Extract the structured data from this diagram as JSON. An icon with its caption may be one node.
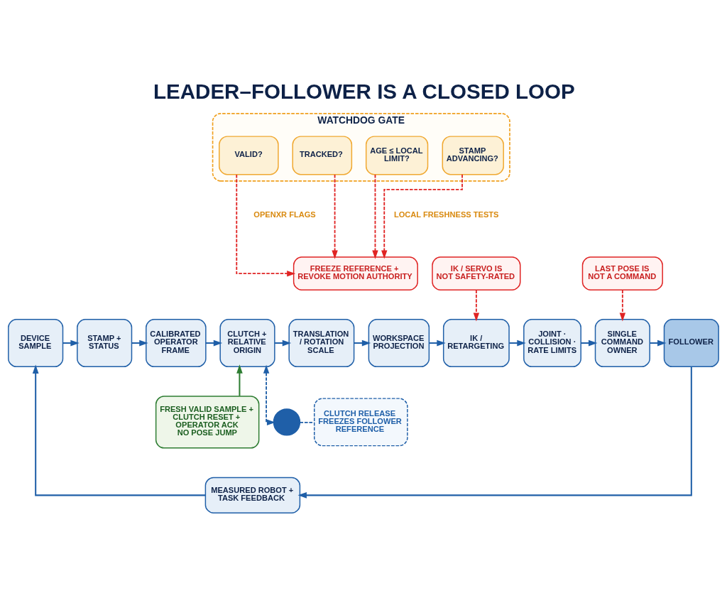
{
  "diagram": {
    "title": "LEADER–FOLLOWER IS A CLOSED LOOP",
    "nodes": [
      {
        "text": [
          "WATCHDOG GATE"
        ]
      },
      {
        "text": [
          "VALID?"
        ],
        "in": 0
      },
      {
        "text": [
          "TRACKED?"
        ],
        "in": 0
      },
      {
        "text": [
          "AGE ≤ LOCAL LIMIT?"
        ],
        "in": 0
      },
      {
        "text": [
          "STAMP ADVANCING?"
        ],
        "in": 0
      },
      {
        "text": [
          "FREEZE REFERENCE + REVOKE MOTION AUTHORITY"
        ]
      },
      {
        "text": [
          "IK / SERVO IS NOT SAFETY-RATED"
        ]
      },
      {
        "text": [
          "LAST POSE IS NOT A COMMAND"
        ]
      },
      {
        "text": [
          "DEVICE SAMPLE"
        ]
      },
      {
        "text": [
          "STAMP + STATUS"
        ]
      },
      {
        "text": [
          "CALIBRATED OPERATOR FRAME"
        ]
      },
      {
        "text": [
          "CLUTCH + RELATIVE ORIGIN"
        ]
      },
      {
        "text": [
          "TRANSLATION / ROTATION SCALE"
        ]
      },
      {
        "text": [
          "WORKSPACE PROJECTION"
        ]
      },
      {
        "text": [
          "IK / RETARGETING"
        ]
      },
      {
        "text": [
          "JOINT · COLLISION · RATE LIMITS"
        ]
      },
      {
        "text": [
          "SINGLE COMMAND OWNER"
        ]
      },
      {
        "text": [
          "FOLLOWER"
        ]
      },
      {
        "text": [
          "FRESH VALID SAMPLE + CLUTCH RESET + OPERATOR ACK",
          "NO POSE JUMP"
        ]
      },
      {
        "text": [],
        "shape": "circle"
      },
      {
        "text": [
          "CLUTCH RELEASE FREEZES FOLLOWER REFERENCE"
        ]
      },
      {
        "text": [
          "MEASURED ROBOT + TASK FEEDBACK"
        ]
      }
    ],
    "edges": [
      {
        "from": 1,
        "to": 5,
        "arrow": "to",
        "style": "dashed",
        "color": "#e02424"
      },
      {
        "from": 2,
        "to": 5,
        "arrow": "to",
        "style": "dashed",
        "color": "#e02424"
      },
      {
        "from": 3,
        "to": 5,
        "arrow": "to",
        "style": "dashed",
        "color": "#e02424"
      },
      {
        "from": 4,
        "to": 5,
        "arrow": "to",
        "style": "dashed",
        "color": "#e02424"
      },
      {
        "from": 6,
        "to": 14,
        "arrow": "to",
        "style": "dashed",
        "color": "#e02424"
      },
      {
        "from": 7,
        "to": 16,
        "arrow": "to",
        "style": "dashed",
        "color": "#e02424"
      },
      {
        "from": 8,
        "to": 9,
        "arrow": "to"
      },
      {
        "from": 9,
        "to": 10,
        "arrow": "to"
      },
      {
        "from": 10,
        "to": 11,
        "arrow": "to"
      },
      {
        "from": 11,
        "to": 12,
        "arrow": "to"
      },
      {
        "from": 12,
        "to": 13,
        "arrow": "to"
      },
      {
        "from": 13,
        "to": 14,
        "arrow": "to"
      },
      {
        "from": 14,
        "to": 15,
        "arrow": "to"
      },
      {
        "from": 15,
        "to": 16,
        "arrow": "to"
      },
      {
        "from": 16,
        "to": 17,
        "arrow": "to"
      },
      {
        "from": 17,
        "to": 21,
        "arrow": "to"
      },
      {
        "from": 21,
        "to": 8,
        "arrow": "to"
      },
      {
        "from": 18,
        "to": 11,
        "arrow": "to",
        "color": "#2e7d32"
      },
      {
        "from": 11,
        "to": 19,
        "arrow": "both",
        "style": "dashed"
      },
      {
        "from": 19,
        "to": 20,
        "arrow": "none",
        "style": "dashed"
      }
    ],
    "labels": [
      "OPENXR FLAGS",
      "LOCAL FRESHNESS TESTS"
    ]
  }
}
